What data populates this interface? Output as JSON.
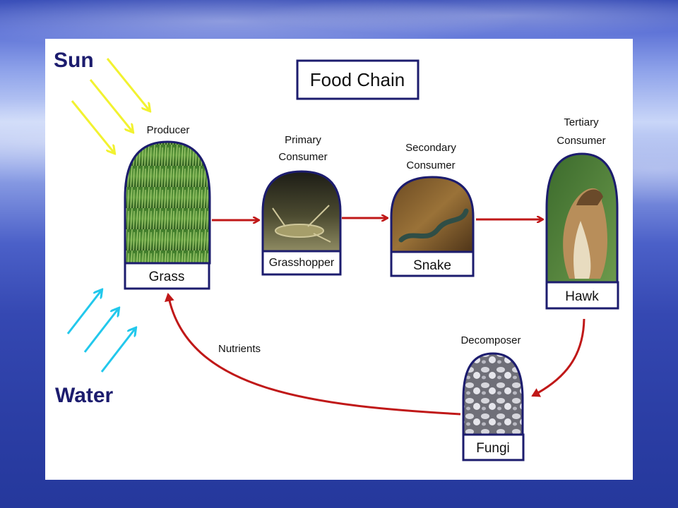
{
  "title": "Food Chain",
  "sun_label": "Sun",
  "water_label": "Water",
  "nutrients_label": "Nutrients",
  "organisms": [
    {
      "role": [
        "Producer"
      ],
      "name": "Grass",
      "icon": "grass-image"
    },
    {
      "role": [
        "Primary",
        "Consumer"
      ],
      "name": "Grasshopper",
      "icon": "grasshopper-image"
    },
    {
      "role": [
        "Secondary",
        "Consumer"
      ],
      "name": "Snake",
      "icon": "snake-image"
    },
    {
      "role": [
        "Tertiary",
        "Consumer"
      ],
      "name": "Hawk",
      "icon": "hawk-image"
    },
    {
      "role": [
        "Decomposer"
      ],
      "name": "Fungi",
      "icon": "fungi-image"
    }
  ],
  "colors": {
    "arrow": "#c01818",
    "sun_rays": "#f2f230",
    "water_rays": "#22c8ec",
    "outline": "#1c1c6e"
  }
}
